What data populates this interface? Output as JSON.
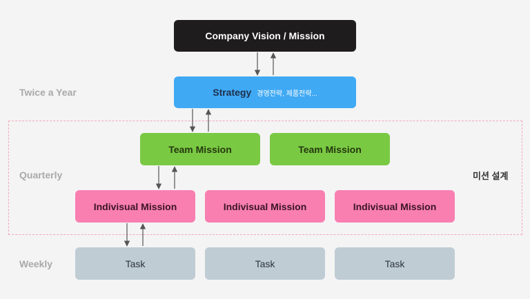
{
  "row_labels": {
    "twice_a_year": "Twice a Year",
    "quarterly": "Quarterly",
    "weekly": "Weekly"
  },
  "side_label": "미션 설계",
  "nodes": {
    "vision": "Company Vision / Mission",
    "strategy": "Strategy",
    "strategy_note": "경영전략, 제품전략...",
    "team_missions": [
      "Team Mission",
      "Team Mission"
    ],
    "individual_missions": [
      "Indivisual Mission",
      "Indivisual Mission",
      "Indivisual Mission"
    ],
    "tasks": [
      "Task",
      "Task",
      "Task"
    ]
  },
  "colors": {
    "vision": "#1f1c1d",
    "strategy": "#40a9f4",
    "team": "#7ac943",
    "mission": "#f97fb1",
    "task": "#bfccd4",
    "arrow": "#555555",
    "dashed_border": "#f2a7b8"
  }
}
